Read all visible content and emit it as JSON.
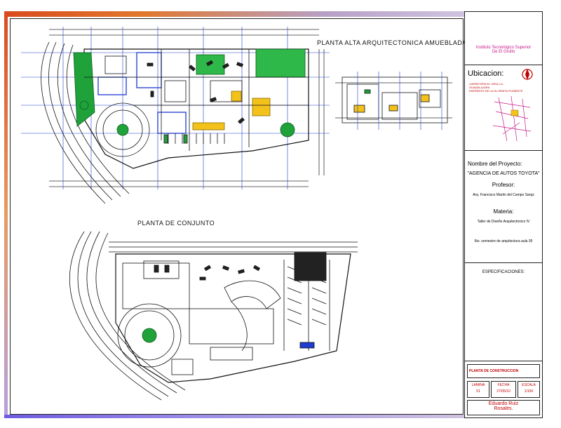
{
  "drawing": {
    "upper_plan_title": "PLANTA ALTA ARQUITECTONICA AMUEBLADA",
    "lower_plan_title": "PLANTA DE CONJUNTO"
  },
  "title_block": {
    "institution_line1": "Instituto Tecnológico Superior",
    "institution_line2": "De El Grullo",
    "location_heading": "Ubicacion:",
    "location_line1": "CARRETERA EL GRULLO-GUADALAJARA",
    "location_line2": "ENFRENTE DE LA GLORIETA PONIENTE",
    "project_heading": "Nombre del Proyecto:",
    "project_name": "\"AGENCIA DE AUTOS TOYOTA\"",
    "professor_heading": "Profesor:",
    "professor_name": "Arq. Francisco Martin del Campo Sarqz",
    "subject_heading": "Materia:",
    "subject_name": "Taller de Diseño Arquitectonico IV",
    "semester": "6to. semestre de arquitectura aula 05",
    "specs_heading": "ESPECIFICACIONES:",
    "sheet_title": "PLANTA DE CONSTRUCCION",
    "sheet_label": "LAMINA",
    "sheet_value": "01",
    "date_label": "FECHA",
    "date_value": "27/05/10",
    "scale_label": "ESCALA",
    "scale_value": "1/100",
    "author_line1": "Eduardo Ruiz",
    "author_line2": "Rosales."
  },
  "colors": {
    "accent_red": "#c00000",
    "accent_magenta": "#c8188a",
    "tree_green": "#1fa23a",
    "plan_yellow": "#f2c21b",
    "plan_blue": "#1e3cd0"
  }
}
